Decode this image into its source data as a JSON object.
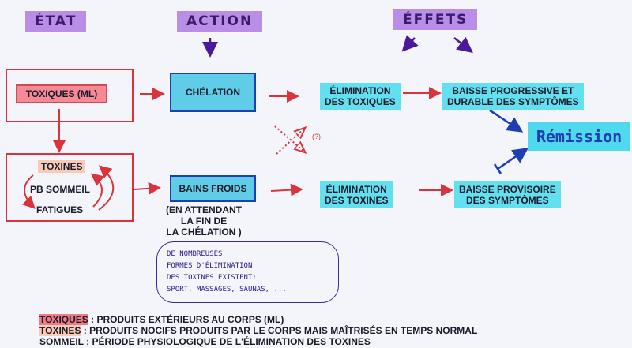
{
  "headers": {
    "etat": "ÉTAT",
    "action": "ACTION",
    "effets": "ÉFFETS"
  },
  "row1": {
    "cause": "TOXIQUES (ML)",
    "treatment": "CHÉLATION",
    "elimination": "ÉLIMINATION\nDES TOXIQUES",
    "outcome": "BAISSE PROGRESSIVE ET\nDURABLE DES SYMPTÔMES"
  },
  "row2": {
    "causes": [
      "TOXINES",
      "PB SOMMEIL",
      "FATIGUES"
    ],
    "treatment": "BAINS FROIDS",
    "note": "(EN ATTENDANT\nLA FIN DE\nLA CHÉLATION )",
    "elimination": "ÉLIMINATION\nDES TOXINES",
    "outcome": "BAISSE PROVISOIRE\nDES SYMPTÔMES"
  },
  "result": "Rémission",
  "question": "(?)",
  "bubble": "DE NOMBREUSES\nFORMES D'ÉLIMINATION\nDES TOXINES EXISTENT:\nSPORT, MASSAGES, SAUNAS, ...",
  "legend": [
    {
      "term": "TOXIQUES",
      "def": " : PRODUITS EXTÉRIEURS AU CORPS (ML)"
    },
    {
      "term": "TOXINES",
      "def": " : PRODUITS NOCIFS PRODUITS PAR LE CORPS MAIS MAÎTRISÉS EN TEMPS NORMAL"
    },
    {
      "term": "SOMMEIL",
      "def": " : PÉRIODE PHYSIOLOGIQUE DE L'ÉLIMINATION DES TOXINES"
    }
  ],
  "colors": {
    "red": "#d9343c",
    "blue": "#2a3fb0",
    "cyan": "#62e0f0",
    "purple": "#b98ee8"
  }
}
